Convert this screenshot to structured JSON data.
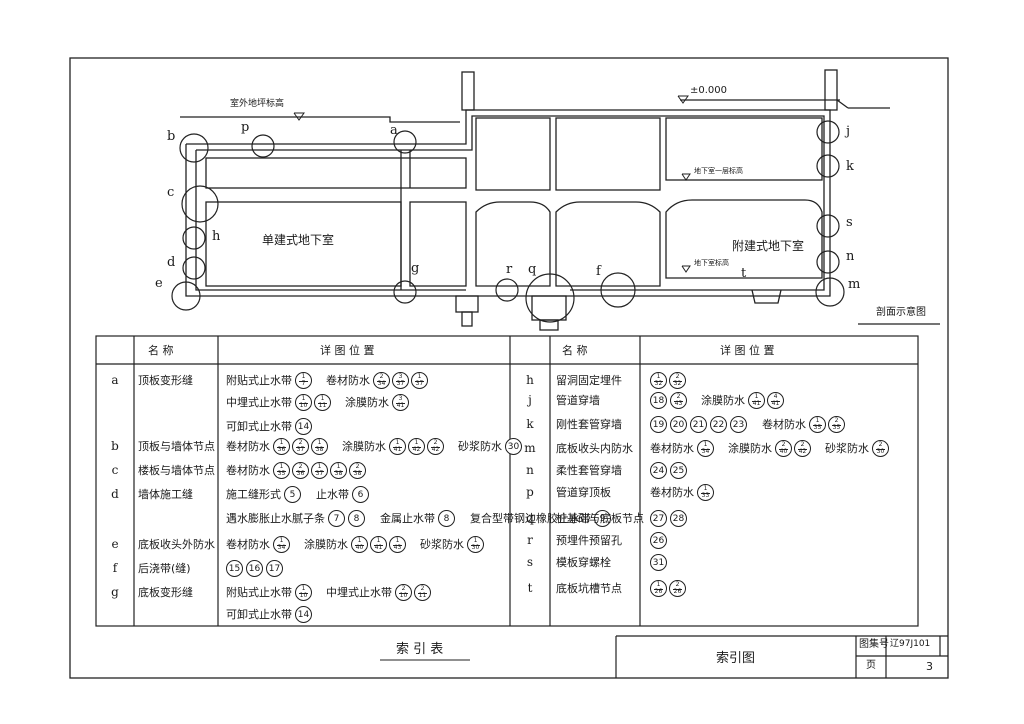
{
  "diagram": {
    "label_outdoor_grade": "室外地坪标高",
    "label_zero_elevation": "±0.000",
    "label_basement_floor_1": "地下室一层标高",
    "label_basement_floor_2": "地下室标高",
    "room_left": "单建式地下室",
    "room_right": "附建式地下室",
    "section_caption": "剖面示意图",
    "node_letters": [
      "b",
      "p",
      "a",
      "c",
      "h",
      "d",
      "e",
      "g",
      "r",
      "q",
      "f",
      "t",
      "j",
      "k",
      "s",
      "n",
      "m"
    ]
  },
  "table": {
    "header_name": "名    称",
    "header_detail": "详  图  位  置",
    "left_rows": [
      {
        "code": "a",
        "name": "顶板变形缝",
        "lines": [
          {
            "text": "附贴式止水带",
            "refs": [
              "1/7"
            ]
          },
          {
            "text": "卷材防水",
            "refs": [
              "2/34",
              "3/37",
              "1/37"
            ]
          },
          {
            "text": "中埋式止水带",
            "refs": [
              "1/10",
              "1/11"
            ]
          },
          {
            "text": "涂膜防水",
            "refs": [
              "3/41"
            ]
          },
          {
            "text": "可卸式止水带",
            "refs": [
              "14"
            ]
          }
        ]
      },
      {
        "code": "b",
        "name": "顶板与墙体节点",
        "lines": [
          {
            "text": "卷材防水",
            "refs": [
              "1/36",
              "2/37",
              "1/38"
            ]
          },
          {
            "text": "涂膜防水",
            "refs": [
              "1/41",
              "1/42",
              "2/42"
            ]
          },
          {
            "text": "砂浆防水",
            "refs": [
              "30"
            ]
          }
        ]
      },
      {
        "code": "c",
        "name": "楼板与墙体节点",
        "lines": [
          {
            "text": "卷材防水",
            "refs": [
              "1/35",
              "2/36",
              "1/37",
              "1/38",
              "2/38"
            ]
          }
        ]
      },
      {
        "code": "d",
        "name": "墙体施工缝",
        "lines": [
          {
            "text": "施工缝形式",
            "refs": [
              "5"
            ]
          },
          {
            "text": "止水带",
            "refs": [
              "6"
            ]
          },
          {
            "text": "遇水膨胀止水腻子条",
            "refs": [
              "7",
              "8"
            ]
          },
          {
            "text": "金属止水带",
            "refs": [
              "8"
            ]
          },
          {
            "text": "复合型带钢边橡胶止水带",
            "refs": [
              "9"
            ]
          }
        ]
      },
      {
        "code": "e",
        "name": "底板收头外防水",
        "lines": [
          {
            "text": "卷材防水",
            "refs": [
              "1/34"
            ]
          },
          {
            "text": "涂膜防水",
            "refs": [
              "1/40",
              "1/41",
              "1/43"
            ]
          },
          {
            "text": "砂浆防水",
            "refs": [
              "1/30"
            ]
          }
        ]
      },
      {
        "code": "f",
        "name": "后浇带(缝)",
        "lines": [
          {
            "text": "",
            "refs": [
              "15",
              "16",
              "17"
            ]
          }
        ]
      },
      {
        "code": "g",
        "name": "底板变形缝",
        "lines": [
          {
            "text": "附贴式止水带",
            "refs": [
              "1/10"
            ]
          },
          {
            "text": "中埋式止水带",
            "refs": [
              "2/10",
              "2/11"
            ]
          },
          {
            "text": "可卸式止水带",
            "refs": [
              "14"
            ]
          }
        ]
      }
    ],
    "right_rows": [
      {
        "code": "h",
        "name": "留洞固定埋件",
        "lines": [
          {
            "text": "",
            "refs": [
              "1/32",
              "2/32"
            ]
          }
        ]
      },
      {
        "code": "j",
        "name": "管道穿墙",
        "lines": [
          {
            "text": "",
            "refs": [
              "18",
              "2/43"
            ]
          },
          {
            "text": "涂膜防水",
            "refs": [
              "1/41",
              "4/41"
            ]
          }
        ]
      },
      {
        "code": "k",
        "name": "刚性套管穿墙",
        "lines": [
          {
            "text": "",
            "refs": [
              "19",
              "20",
              "21",
              "22",
              "23"
            ]
          },
          {
            "text": "卷材防水",
            "refs": [
              "1/35",
              "2/35"
            ]
          }
        ]
      },
      {
        "code": "m",
        "name": "底板收头内防水",
        "lines": [
          {
            "text": "卷材防水",
            "refs": [
              "1/34"
            ]
          },
          {
            "text": "涂膜防水",
            "refs": [
              "2/40",
              "2/42"
            ]
          },
          {
            "text": "砂浆防水",
            "refs": [
              "2/30"
            ]
          }
        ]
      },
      {
        "code": "n",
        "name": "柔性套管穿墙",
        "lines": [
          {
            "text": "",
            "refs": [
              "24",
              "25"
            ]
          }
        ]
      },
      {
        "code": "p",
        "name": "管道穿顶板",
        "lines": [
          {
            "text": "卷材防水",
            "refs": [
              "1/33"
            ]
          }
        ]
      },
      {
        "code": "q",
        "name": "桩基础与底板节点",
        "lines": [
          {
            "text": "",
            "refs": [
              "27",
              "28"
            ]
          }
        ]
      },
      {
        "code": "r",
        "name": "预埋件预留孔",
        "lines": [
          {
            "text": "",
            "refs": [
              "26"
            ]
          }
        ]
      },
      {
        "code": "s",
        "name": "模板穿螺栓",
        "lines": [
          {
            "text": "",
            "refs": [
              "31"
            ]
          }
        ]
      },
      {
        "code": "t",
        "name": "底板坑槽节点",
        "lines": [
          {
            "text": "",
            "refs": [
              "1/26",
              "2/26"
            ]
          }
        ]
      }
    ],
    "caption": "索 引 表"
  },
  "title_block": {
    "drawing_name": "索引图",
    "atlas_label": "图集号",
    "atlas_value": "辽97J101",
    "page_label": "页",
    "page_value": "3"
  }
}
